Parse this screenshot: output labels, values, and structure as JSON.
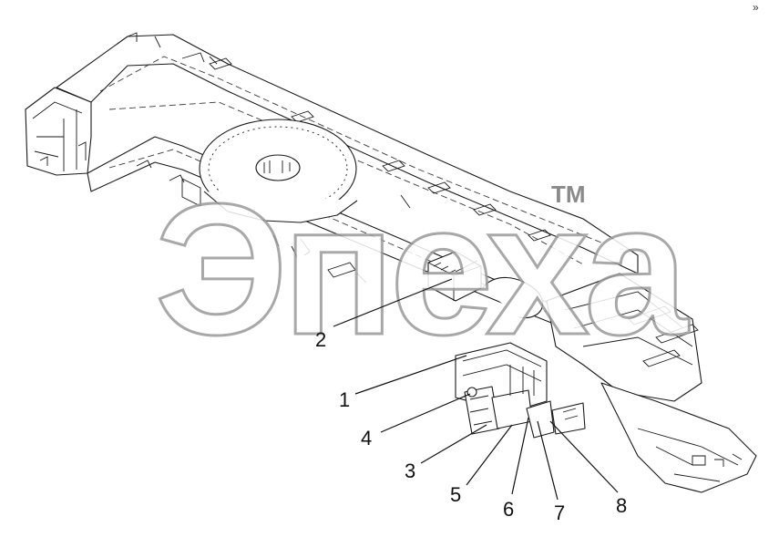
{
  "watermark": {
    "text": "Эпеха",
    "trademark": "TM"
  },
  "corner_mark": "»",
  "callouts": [
    {
      "id": "1",
      "label": "1"
    },
    {
      "id": "2",
      "label": "2"
    },
    {
      "id": "3",
      "label": "3"
    },
    {
      "id": "4",
      "label": "4"
    },
    {
      "id": "5",
      "label": "5"
    },
    {
      "id": "6",
      "label": "6"
    },
    {
      "id": "7",
      "label": "7"
    },
    {
      "id": "8",
      "label": "8"
    }
  ],
  "colors": {
    "line": "#1a1a1a",
    "watermark": "#9a9a9a",
    "background": "#ffffff"
  }
}
